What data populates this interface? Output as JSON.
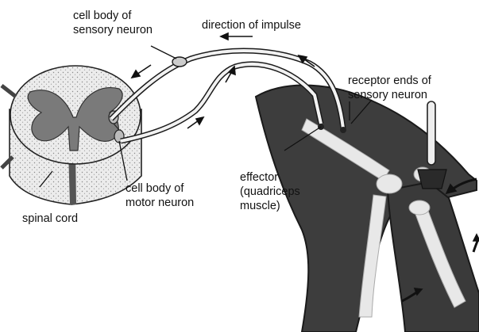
{
  "diagram": {
    "labels": {
      "sensory_body_line1": "cell body of",
      "sensory_body_line2": "sensory neuron",
      "direction": "direction of impulse",
      "receptor_line1": "receptor ends of",
      "receptor_line2": "sensory neuron",
      "effector_line1": "effector",
      "effector_line2": "(quadriceps",
      "effector_line3": "muscle)",
      "motor_body_line1": "cell body of",
      "motor_body_line2": "motor neuron",
      "spinal_cord": "spinal cord"
    },
    "colors": {
      "background": "#ffffff",
      "leg_skin": "#3d3d3d",
      "leg_outline": "#1a1a1a",
      "bone": "#e8e8e8",
      "spinal_white_matter": "#e9e9e9",
      "spinal_grey_matter": "#7a7a7a",
      "nerve": "#f2f2f2",
      "ink": "#111111"
    }
  }
}
